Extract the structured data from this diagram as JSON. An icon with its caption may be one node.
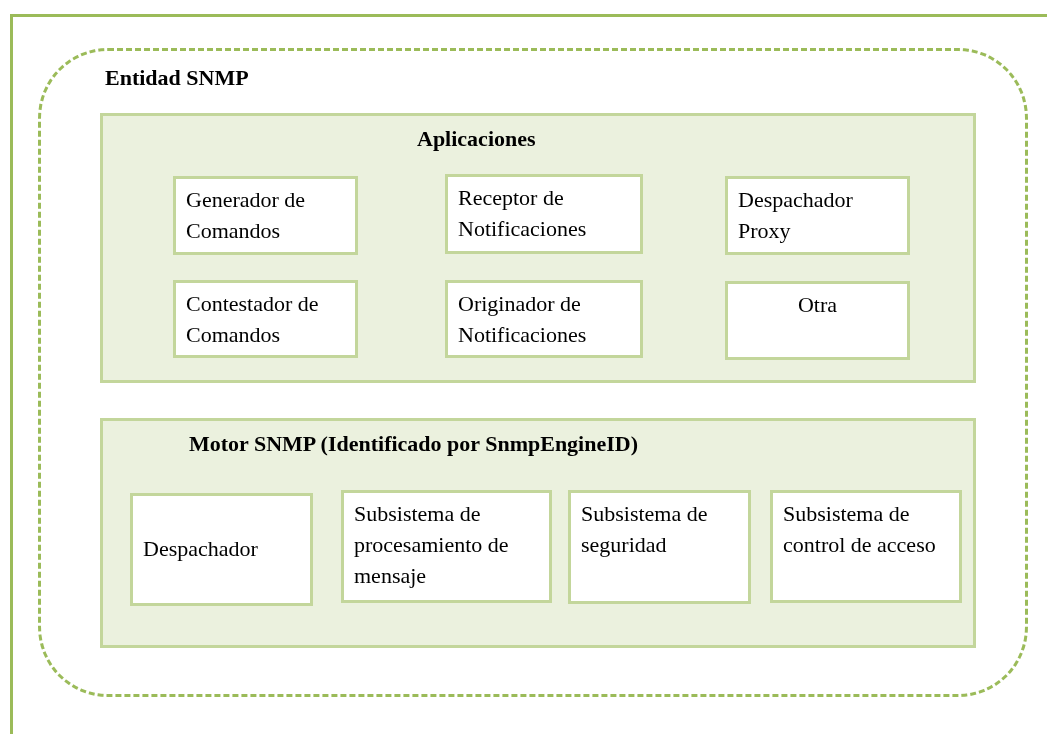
{
  "diagram": {
    "nodes": [
      {
        "text": [
          "Entidad SNMP"
        ]
      },
      {
        "text": [
          "Aplicaciones"
        ],
        "in": 0
      },
      {
        "text": [
          "Generador de Comandos"
        ],
        "in": 1
      },
      {
        "text": [
          "Receptor de Notificaciones"
        ],
        "in": 1
      },
      {
        "text": [
          "Despachador Proxy"
        ],
        "in": 1
      },
      {
        "text": [
          "Contestador de Comandos"
        ],
        "in": 1
      },
      {
        "text": [
          "Originador de Notificaciones"
        ],
        "in": 1
      },
      {
        "text": [
          "Otra"
        ],
        "in": 1
      },
      {
        "text": [
          "Motor SNMP (Identificado por SnmpEngineID)"
        ],
        "in": 0
      },
      {
        "text": [
          "Despachador"
        ],
        "in": 8
      },
      {
        "text": [
          "Subsistema de procesamiento de mensaje"
        ],
        "in": 8
      },
      {
        "text": [
          "Subsistema de seguridad"
        ],
        "in": 8
      },
      {
        "text": [
          "Subsistema de control de acceso"
        ],
        "in": 8
      }
    ]
  }
}
